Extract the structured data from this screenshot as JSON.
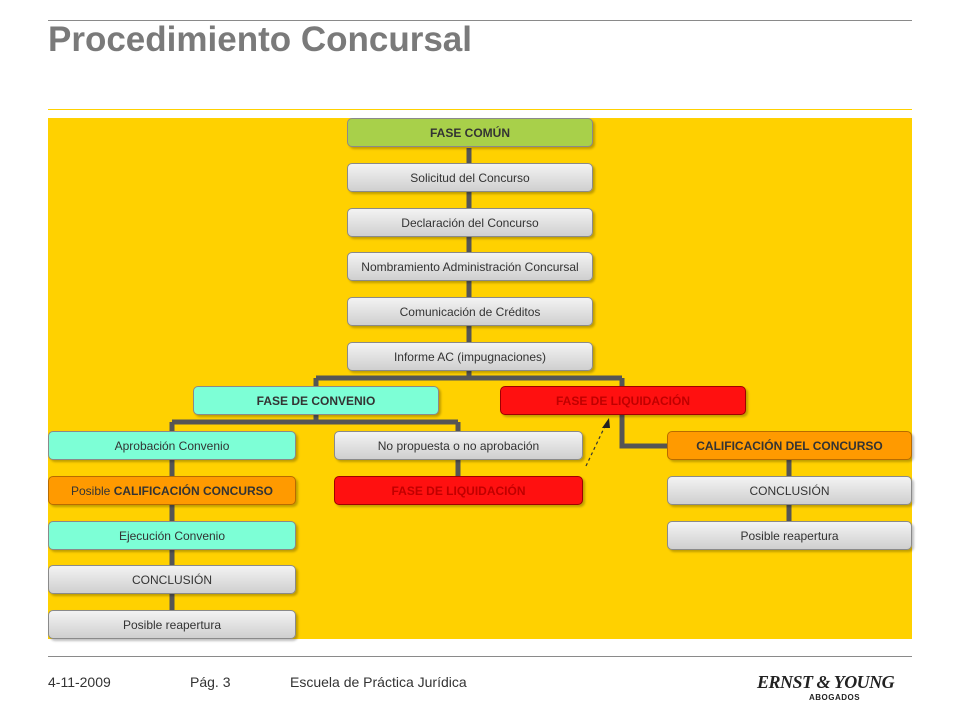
{
  "title": "Procedimiento Concursal",
  "diagram": {
    "fase_comun": "FASE COMÚN",
    "common_steps": [
      "Solicitud del Concurso",
      "Declaración del Concurso",
      "Nombramiento Administración Concursal",
      "Comunicación de Créditos",
      "Informe AC (impugnaciones)"
    ],
    "fase_convenio": "FASE DE CONVENIO",
    "fase_liquidacion": "FASE DE LIQUIDACIÓN",
    "convenio_left": {
      "aprobacion": "Aprobación Convenio",
      "calificacion_prefix": "Posible",
      "calificacion": "CALIFICACIÓN CONCURSO",
      "ejecucion": "Ejecución Convenio",
      "conclusion": "CONCLUSIÓN",
      "reapertura": "Posible reapertura"
    },
    "convenio_right": {
      "no_propuesta": "No propuesta o no aprobación",
      "liquidacion": "FASE DE LIQUIDACIÓN"
    },
    "liquidacion_branch": {
      "calificacion": "CALIFICACIÓN DEL CONCURSO",
      "conclusion": "CONCLUSIÓN",
      "reapertura": "Posible reapertura"
    }
  },
  "footer": {
    "date": "4-11-2009",
    "page": "Pág. 3",
    "org": "Escuela de Práctica Jurídica"
  },
  "logo": {
    "main": "ERNST & YOUNG",
    "sub": "ABOGADOS"
  },
  "colors": {
    "panel": "#ffd100",
    "fase_comun": "#a8d04a",
    "convenio": "#7dffd6",
    "liquidacion": "#ff1010",
    "calificacion": "#ff9a00"
  }
}
